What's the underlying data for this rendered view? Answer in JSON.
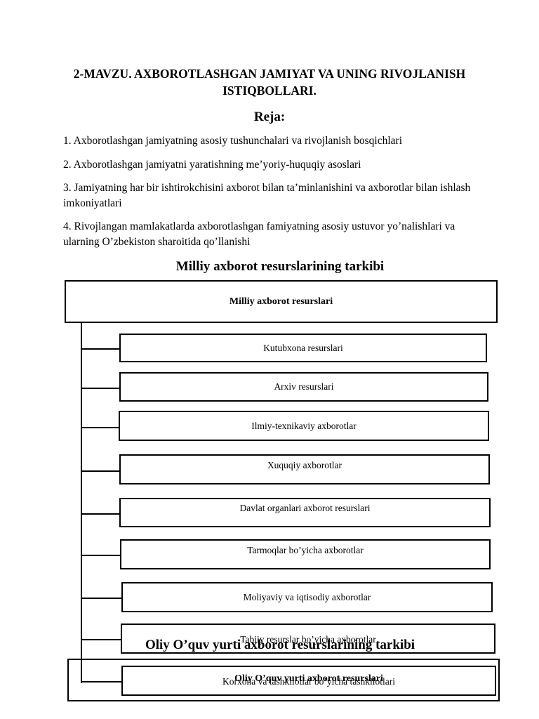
{
  "title": "2-MAVZU. AXBOROTLASHGAN JAMIYAT VA UNING RIVOJLANISH ISTIQBOLLARI.",
  "plan_heading": "Reja:",
  "plan_items": [
    "1. Axborotlashgan jamiyatning asosiy tushunchalari va rivojlanish bosqichlari",
    "2. Axborotlashgan jamiyatni yaratishning me’yoriy-huquqiy asoslari",
    "3. Jamiyatning har bir ishtirokchisini axborot bilan ta’minlanishini va axborotlar bilan ishlash imkoniyatlari",
    "4. Rivojlangan mamlakatlarda axborotlashgan famiyatning asosiy ustuvor yo’nalishlari va ularning O’zbekiston sharoitida qo’llanishi"
  ],
  "diagram1": {
    "heading": "Milliy axborot resurslarining tarkibi",
    "root": "Milliy axborot resurslari",
    "children": [
      "Kutubxona resurslari",
      "Arxiv resurslari",
      "Ilmiy-texnikaviy axborotlar",
      "Xuquqiy axborotlar",
      "Davlat organlari axborot resurslari",
      "Tarmoqlar bo’yicha axborotlar",
      "Moliyaviy va iqtisodiy axborotlar",
      "Tabiiy resurslar bo’yicha axborotlar",
      "Korxona va tashkilotlar bo’yicha tashkilotlari"
    ]
  },
  "diagram2": {
    "heading": "Oliy O’quv yurti axborot resurslarining tarkibi",
    "root": "Oliy O’quv yurti axborot resurslari"
  }
}
